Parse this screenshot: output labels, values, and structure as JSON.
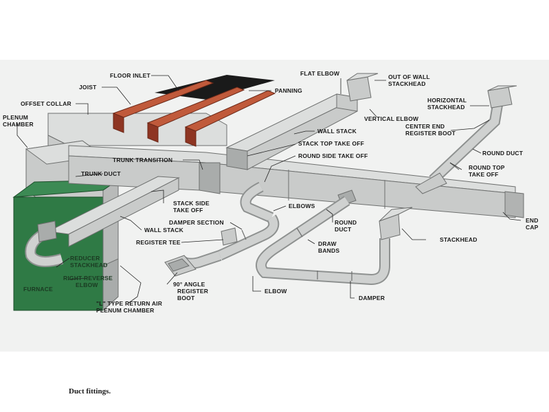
{
  "caption": "Duct fittings.",
  "labels": {
    "floor_inlet": "FLOOR INLET",
    "joist": "JOIST",
    "panning": "PANNING",
    "offset_collar": "OFFSET COLLAR",
    "plenum_chamber_1": "PLENUM",
    "plenum_chamber_2": "CHAMBER",
    "flat_elbow": "FLAT ELBOW",
    "out_of_wall_1": "OUT OF WALL",
    "out_of_wall_2": "STACKHEAD",
    "horizontal_stackhead_1": "HORIZONTAL",
    "horizontal_stackhead_2": "STACKHEAD",
    "vertical_elbow": "VERTICAL ELBOW",
    "center_end_1": "CENTER END",
    "center_end_2": "REGISTER BOOT",
    "wall_stack": "WALL STACK",
    "stack_top_take_off": "STACK TOP TAKE OFF",
    "round_duct_right": "ROUND DUCT",
    "trunk_transition": "TRUNK TRANSITION",
    "round_side_take_off": "ROUND SIDE TAKE OFF",
    "round_top_1": "ROUND TOP",
    "round_top_2": "TAKE OFF",
    "trunk_duct": "TRUNK DUCT",
    "stack_side_1": "STACK SIDE",
    "stack_side_2": "TAKE OFF",
    "elbows": "ELBOWS",
    "end_cap_1": "END",
    "end_cap_2": "CAP",
    "wall_stack_2": "WALL STACK",
    "damper_section": "DAMPER SECTION",
    "round_duct_1": "ROUND",
    "round_duct_2": "DUCT",
    "stackhead": "STACKHEAD",
    "register_tee": "REGISTER TEE",
    "draw_bands_1": "DRAW",
    "draw_bands_2": "BANDS",
    "reducer_1": "REDUCER",
    "reducer_2": "STACKHEAD",
    "right_reverse_1": "RIGHT REVERSE",
    "right_reverse_2": "ELBOW",
    "furnace": "FURNACE",
    "angle_boot_1": "90° ANGLE",
    "angle_boot_2": "REGISTER",
    "angle_boot_3": "BOOT",
    "elbow": "ELBOW",
    "damper": "DAMPER",
    "l_type_1": "\"L\" TYPE RETURN AIR",
    "l_type_2": "PLENUM CHAMBER"
  },
  "colors": {
    "furnace": "#2f7a45",
    "joist": "#a8442c",
    "floor_inlet": "#1a1a1a",
    "duct": "#c9cbca"
  }
}
